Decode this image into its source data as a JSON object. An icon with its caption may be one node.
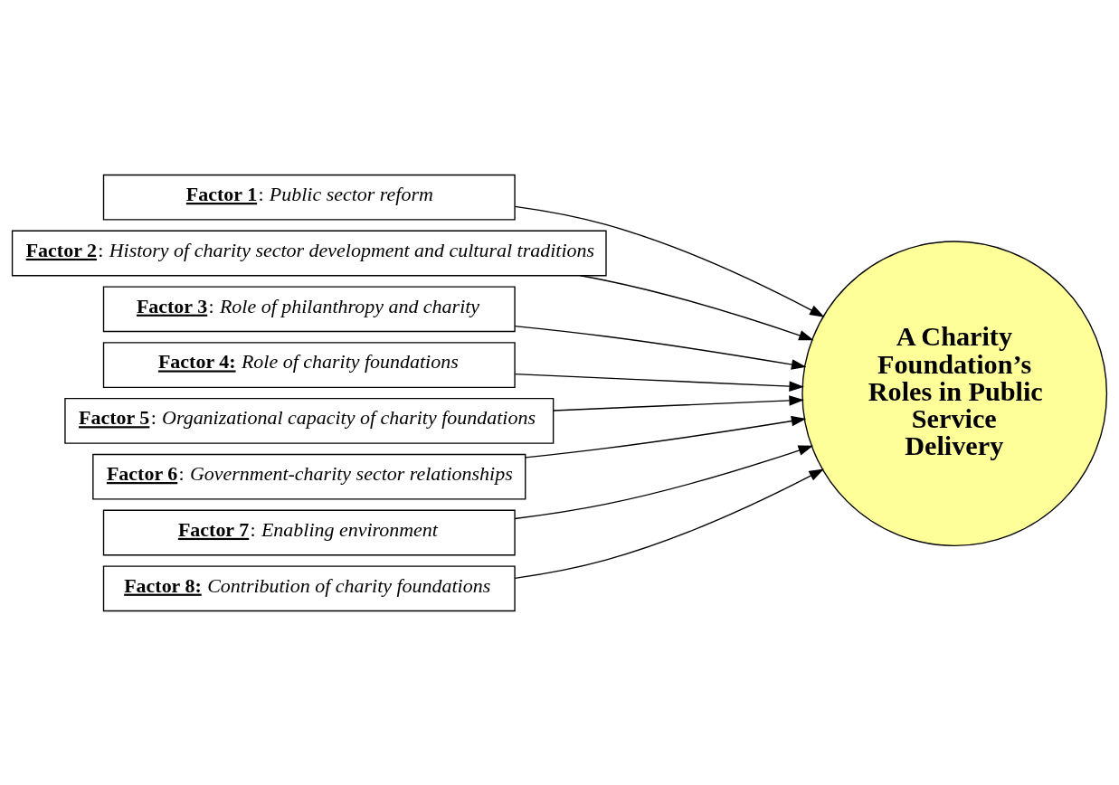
{
  "diagram": {
    "nodes": [
      {
        "text": [
          "**Factor 1**: *Public sector reform*"
        ]
      },
      {
        "text": [
          "**Factor 2**: *History of charity sector development and cultural traditions*"
        ]
      },
      {
        "text": [
          "**Factor 3**: *Role of philanthropy and charity*"
        ]
      },
      {
        "text": [
          "**Factor 4:** *Role of charity foundations*"
        ]
      },
      {
        "text": [
          "**Factor 5**: *Organizational capacity of charity foundations*"
        ]
      },
      {
        "text": [
          "**Factor 6**: *Government-charity sector relationships*"
        ]
      },
      {
        "text": [
          "**Factor 7**: *Enabling environment*"
        ]
      },
      {
        "text": [
          "**Factor 8:** *Contribution of charity foundations*"
        ]
      },
      {
        "text": [
          "A Charity Foundation’s Roles in Public Service Delivery"
        ]
      }
    ],
    "edges": [
      {
        "from": 0,
        "to": 8,
        "arrow": "to"
      },
      {
        "from": 1,
        "to": 8,
        "arrow": "to"
      },
      {
        "from": 2,
        "to": 8,
        "arrow": "to"
      },
      {
        "from": 3,
        "to": 8,
        "arrow": "to"
      },
      {
        "from": 4,
        "to": 8,
        "arrow": "to"
      },
      {
        "from": 5,
        "to": 8,
        "arrow": "to"
      },
      {
        "from": 6,
        "to": 8,
        "arrow": "to"
      },
      {
        "from": 7,
        "to": 8,
        "arrow": "to"
      }
    ]
  }
}
